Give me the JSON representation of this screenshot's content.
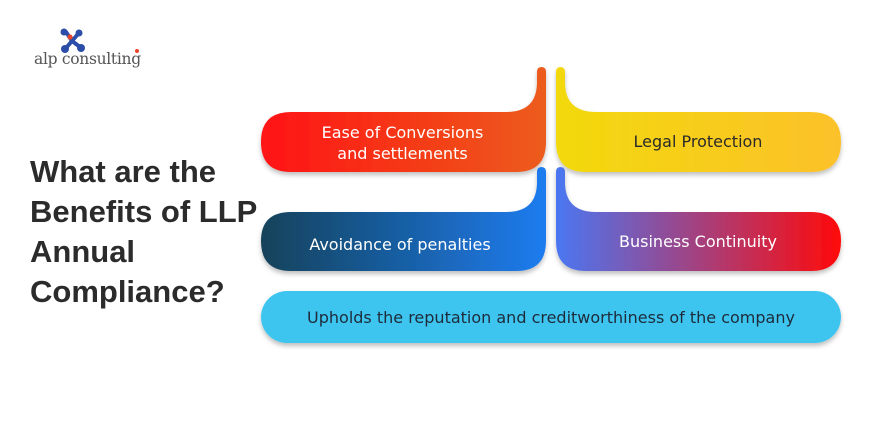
{
  "brand": {
    "name": "alp consulting"
  },
  "headline": {
    "lines": [
      "What are the",
      "Benefits of LLP",
      "Annual",
      "Compliance?"
    ]
  },
  "benefits": [
    {
      "lines": [
        "Ease of Conversions",
        "and settlements"
      ],
      "colors": [
        "#ff1313",
        "#ec5c1c"
      ]
    },
    {
      "lines": [
        "Legal Protection"
      ],
      "colors": [
        "#f2d90c",
        "#fcc12a"
      ]
    },
    {
      "lines": [
        "Avoidance of penalties"
      ],
      "colors": [
        "#12425a",
        "#1f7cf0"
      ]
    },
    {
      "lines": [
        "Business Continuity"
      ],
      "colors": [
        "#4a77f2",
        "#ff0a0a"
      ]
    },
    {
      "lines": [
        "Upholds the reputation and creditworthiness of the company"
      ],
      "colors": [
        "#3cc5f0",
        "#3cc5f0"
      ]
    }
  ],
  "colors": {
    "headline": "#2b2b2b",
    "logo_blue": "#2d4ea8",
    "logo_red": "#e8452c"
  }
}
